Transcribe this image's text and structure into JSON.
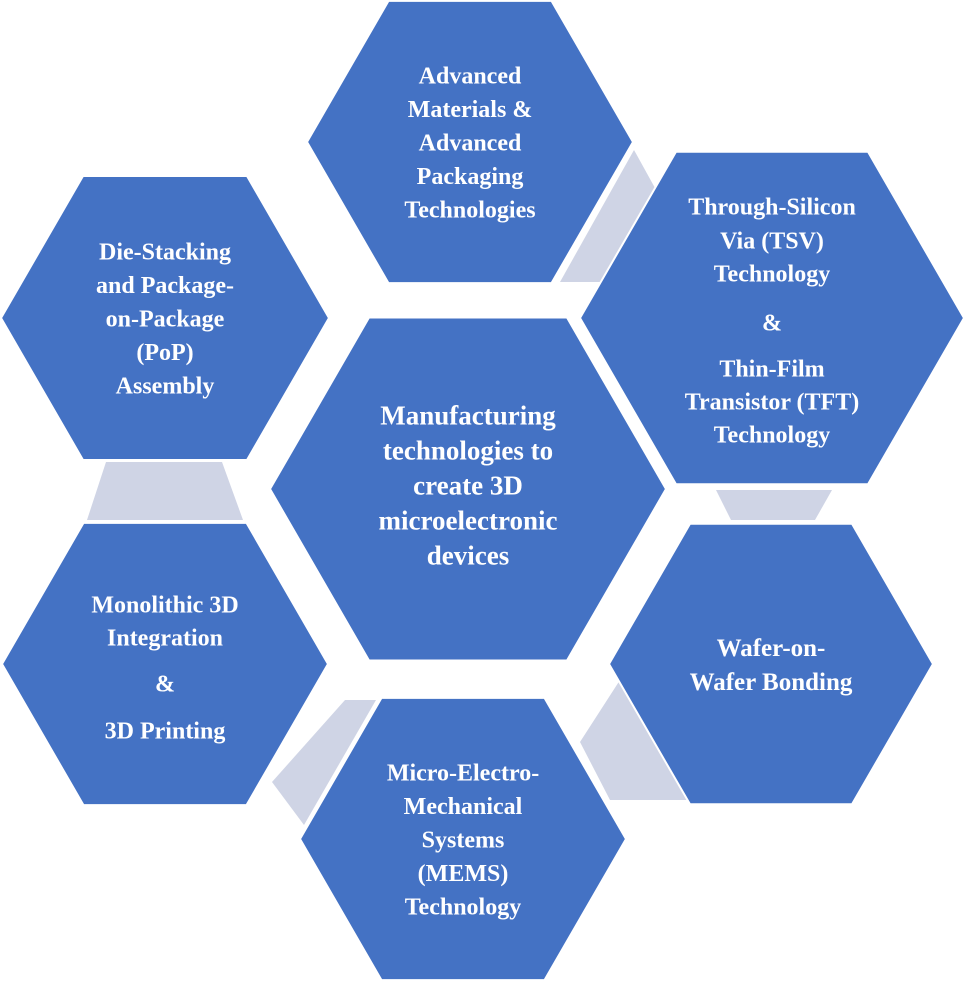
{
  "colors": {
    "hex_fill": "#4472C4",
    "connector_fill": "#CFD4E5",
    "text": "#ffffff",
    "background": "#ffffff"
  },
  "center": {
    "lines": [
      "Manufacturing",
      "technologies to",
      "create 3D",
      "microelectronic",
      "devices"
    ]
  },
  "nodes": [
    {
      "id": "advanced-materials",
      "lines": [
        "Advanced",
        "Materials &",
        "Advanced",
        "Packaging",
        "Technologies"
      ]
    },
    {
      "id": "tsv-tft",
      "lines": [
        "Through-Silicon",
        "Via (TSV)",
        "Technology",
        "&",
        "Thin-Film",
        "Transistor (TFT)",
        "Technology"
      ]
    },
    {
      "id": "wafer-bonding",
      "lines": [
        "Wafer-on-",
        "Wafer Bonding"
      ]
    },
    {
      "id": "mems",
      "lines": [
        "Micro-Electro-",
        "Mechanical",
        "Systems",
        "(MEMS)",
        "Technology"
      ]
    },
    {
      "id": "monolithic-3d",
      "lines": [
        "Monolithic 3D",
        "Integration",
        "&",
        "3D Printing"
      ]
    },
    {
      "id": "die-stacking",
      "lines": [
        "Die-Stacking",
        "and Package-",
        "on-Package",
        "(PoP)",
        "Assembly"
      ]
    }
  ]
}
